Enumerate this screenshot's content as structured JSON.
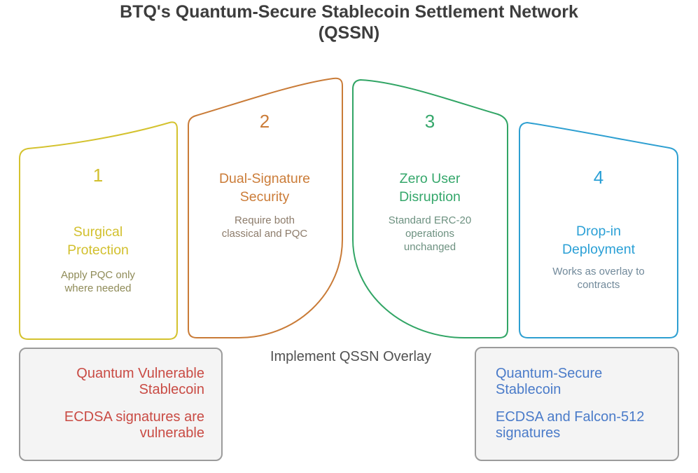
{
  "title": {
    "line1": "BTQ's Quantum-Secure Stablecoin Settlement Network",
    "line2": "(QSSN)"
  },
  "steps": [
    {
      "number": "1",
      "title": "Surgical Protection",
      "description": "Apply PQC only where needed",
      "border_color": "#d4c22e",
      "fill_color": "#fbf6d5",
      "accent_color": "#d2c02e",
      "desc_color": "#8f8b58"
    },
    {
      "number": "2",
      "title": "Dual-Signature Security",
      "description": "Require both classical and PQC",
      "border_color": "#c97b37",
      "fill_color": "#faeee1",
      "accent_color": "#cb7c38",
      "desc_color": "#8d7c6b"
    },
    {
      "number": "3",
      "title": "Zero User Disruption",
      "description": "Standard ERC-20 operations unchanged",
      "border_color": "#31a565",
      "fill_color": "#e1f5eb",
      "accent_color": "#35a76b",
      "desc_color": "#6d9180"
    },
    {
      "number": "4",
      "title": "Drop-in Deployment",
      "description": "Works as overlay to contracts",
      "border_color": "#2d9fd1",
      "fill_color": "#def1fa",
      "accent_color": "#2ba0d6",
      "desc_color": "#71899a"
    }
  ],
  "overlay_label": "Implement QSSN Overlay",
  "before_box": {
    "line1": "Quantum Vulnerable Stablecoin",
    "line2": "ECDSA signatures are vulnerable",
    "text_color": "#c94b44"
  },
  "after_box": {
    "line1": "Quantum-Secure Stablecoin",
    "line2": "ECDSA and Falcon-512 signatures",
    "text_color": "#4a7bc9"
  },
  "colors": {
    "box_border": "#9b9b9b",
    "box_fill": "#f4f4f4",
    "title_color": "#3d3d3d",
    "label_color": "#515151",
    "background": "#ffffff"
  }
}
